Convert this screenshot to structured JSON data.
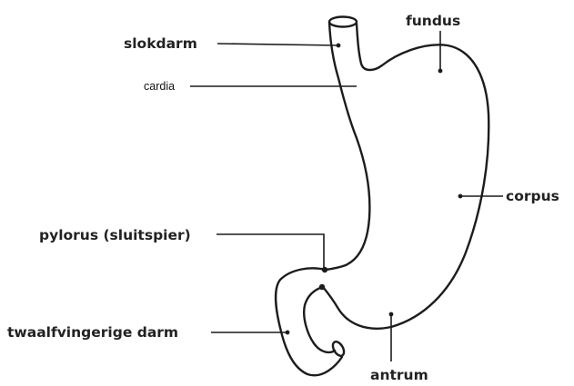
{
  "labels": {
    "slokdarm": "slokdarm",
    "cardia": "cardia",
    "fundus": "fundus",
    "corpus": "corpus",
    "pylorus": "pylorus (sluitspier)",
    "twaalfvingerige_darm": "twaalfvingerige darm",
    "antrum": "antrum"
  }
}
